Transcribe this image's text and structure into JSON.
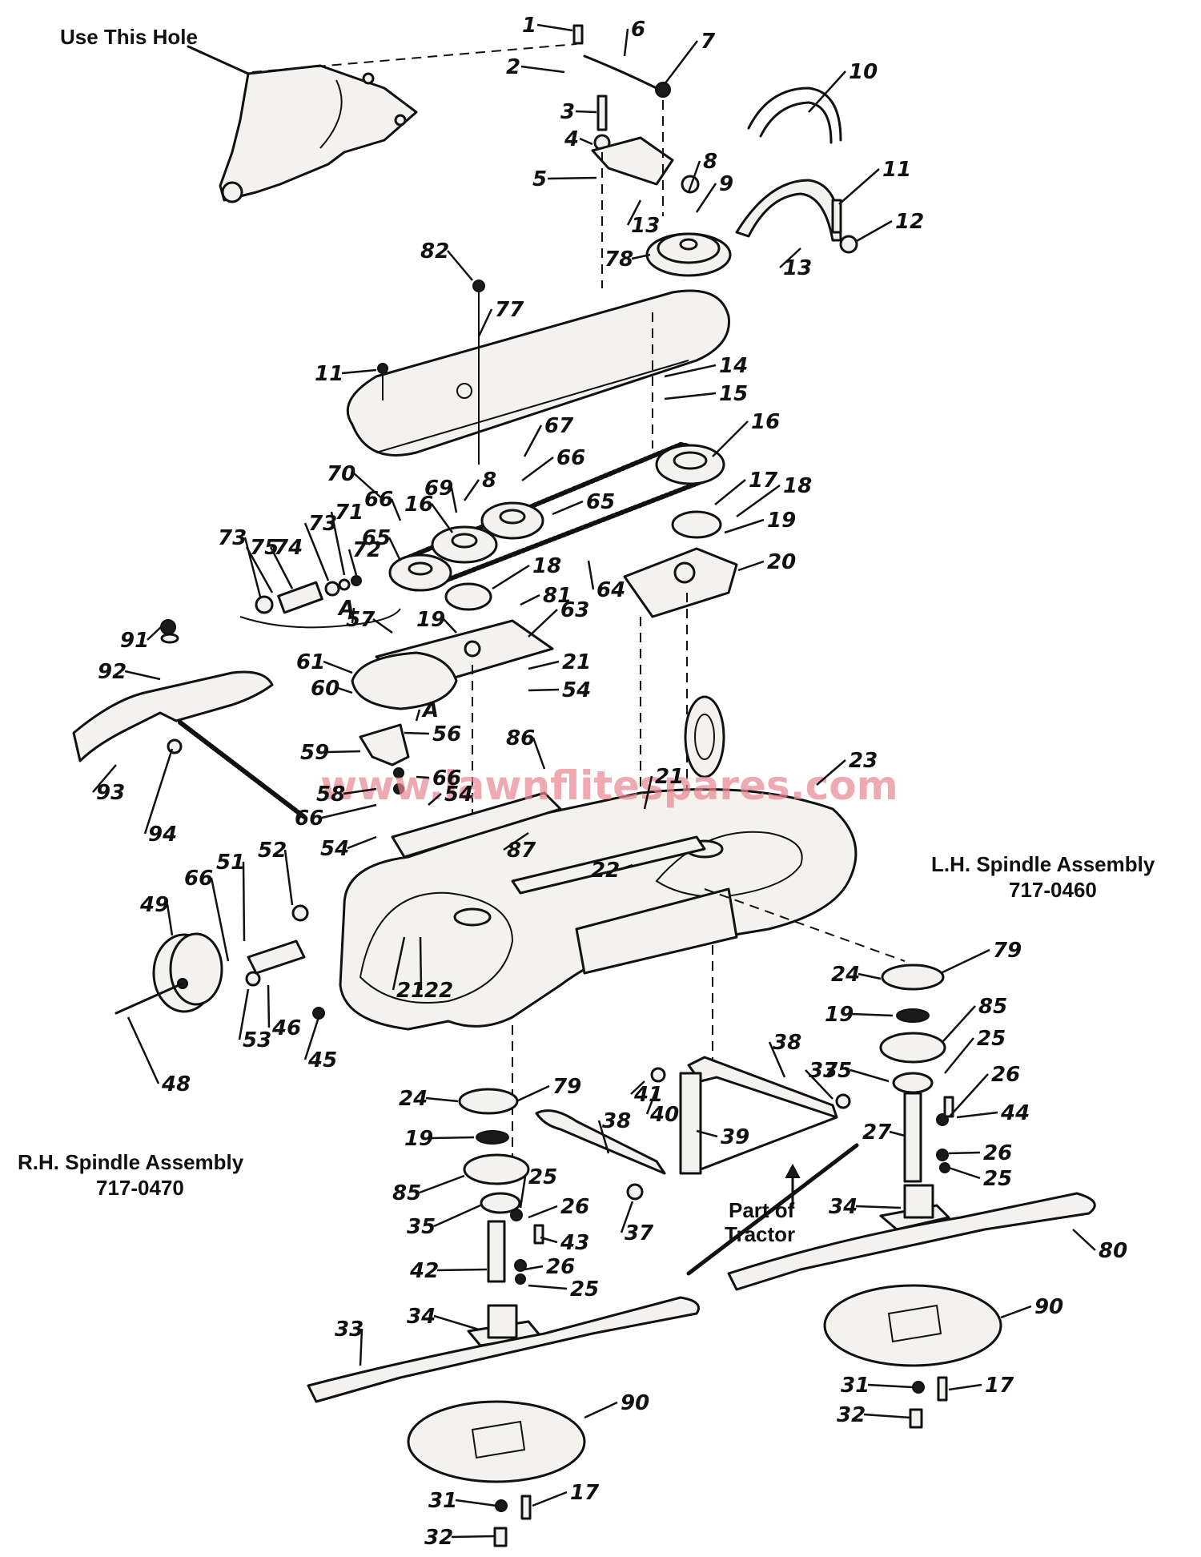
{
  "notes": {
    "use_hole": "Use This Hole",
    "lh_assembly_title": "L.H. Spindle Assembly",
    "lh_assembly_number": "717-0460",
    "rh_assembly_title": "R.H. Spindle Assembly",
    "rh_assembly_number": "717-0470",
    "part_of_tractor_1": "Part of",
    "part_of_tractor_2": "Tractor"
  },
  "watermark": "www.lawnflitesp​ares.com",
  "labels": [
    {
      "id": "1",
      "text": "1"
    },
    {
      "id": "2",
      "text": "2"
    },
    {
      "id": "3",
      "text": "3"
    },
    {
      "id": "4",
      "text": "4"
    },
    {
      "id": "5",
      "text": "5"
    },
    {
      "id": "6",
      "text": "6"
    },
    {
      "id": "7",
      "text": "7"
    },
    {
      "id": "8a",
      "text": "8"
    },
    {
      "id": "9",
      "text": "9"
    },
    {
      "id": "10",
      "text": "10"
    },
    {
      "id": "11a",
      "text": "11"
    },
    {
      "id": "12",
      "text": "12"
    },
    {
      "id": "13a",
      "text": "13"
    },
    {
      "id": "13b",
      "text": "13"
    },
    {
      "id": "78",
      "text": "78"
    },
    {
      "id": "82",
      "text": "82"
    },
    {
      "id": "77",
      "text": "77"
    },
    {
      "id": "11b",
      "text": "11"
    },
    {
      "id": "14",
      "text": "14"
    },
    {
      "id": "15",
      "text": "15"
    },
    {
      "id": "16a",
      "text": "16"
    },
    {
      "id": "67",
      "text": "67"
    },
    {
      "id": "66a",
      "text": "66"
    },
    {
      "id": "70",
      "text": "70"
    },
    {
      "id": "16b",
      "text": "16"
    },
    {
      "id": "69",
      "text": "69"
    },
    {
      "id": "8b",
      "text": "8"
    },
    {
      "id": "65a",
      "text": "65"
    },
    {
      "id": "66b",
      "text": "66"
    },
    {
      "id": "65b",
      "text": "65"
    },
    {
      "id": "17a",
      "text": "17"
    },
    {
      "id": "18a",
      "text": "18"
    },
    {
      "id": "19a",
      "text": "19"
    },
    {
      "id": "20",
      "text": "20"
    },
    {
      "id": "73a",
      "text": "73"
    },
    {
      "id": "75",
      "text": "75"
    },
    {
      "id": "74",
      "text": "74"
    },
    {
      "id": "73b",
      "text": "73"
    },
    {
      "id": "71",
      "text": "71"
    },
    {
      "id": "72",
      "text": "72"
    },
    {
      "id": "64",
      "text": "64"
    },
    {
      "id": "18b",
      "text": "18"
    },
    {
      "id": "81",
      "text": "81"
    },
    {
      "id": "57",
      "text": "57"
    },
    {
      "id": "63",
      "text": "63"
    },
    {
      "id": "19b",
      "text": "19"
    },
    {
      "id": "91",
      "text": "91"
    },
    {
      "id": "92",
      "text": "92"
    },
    {
      "id": "A1",
      "text": "A"
    },
    {
      "id": "61",
      "text": "61"
    },
    {
      "id": "60",
      "text": "60"
    },
    {
      "id": "21a",
      "text": "21"
    },
    {
      "id": "54a",
      "text": "54"
    },
    {
      "id": "A2",
      "text": "A"
    },
    {
      "id": "56",
      "text": "56"
    },
    {
      "id": "59",
      "text": "59"
    },
    {
      "id": "86",
      "text": "86"
    },
    {
      "id": "93",
      "text": "93"
    },
    {
      "id": "94",
      "text": "94"
    },
    {
      "id": "66c",
      "text": "66"
    },
    {
      "id": "58",
      "text": "58"
    },
    {
      "id": "66d",
      "text": "66"
    },
    {
      "id": "54b",
      "text": "54"
    },
    {
      "id": "54c",
      "text": "54"
    },
    {
      "id": "21b",
      "text": "21"
    },
    {
      "id": "23",
      "text": "23"
    },
    {
      "id": "87",
      "text": "87"
    },
    {
      "id": "22a",
      "text": "22"
    },
    {
      "id": "52",
      "text": "52"
    },
    {
      "id": "66e",
      "text": "66"
    },
    {
      "id": "51",
      "text": "51"
    },
    {
      "id": "49",
      "text": "49"
    },
    {
      "id": "21c",
      "text": "21"
    },
    {
      "id": "22b",
      "text": "22"
    },
    {
      "id": "53",
      "text": "53"
    },
    {
      "id": "46",
      "text": "46"
    },
    {
      "id": "45",
      "text": "45"
    },
    {
      "id": "48",
      "text": "48"
    },
    {
      "id": "79a",
      "text": "79"
    },
    {
      "id": "24a",
      "text": "24"
    },
    {
      "id": "19c",
      "text": "19"
    },
    {
      "id": "85a",
      "text": "85"
    },
    {
      "id": "25a",
      "text": "25"
    },
    {
      "id": "35a",
      "text": "35"
    },
    {
      "id": "26a",
      "text": "26"
    },
    {
      "id": "44",
      "text": "44"
    },
    {
      "id": "27",
      "text": "27"
    },
    {
      "id": "26b",
      "text": "26"
    },
    {
      "id": "25b",
      "text": "25"
    },
    {
      "id": "34a",
      "text": "34"
    },
    {
      "id": "80",
      "text": "80"
    },
    {
      "id": "90a",
      "text": "90"
    },
    {
      "id": "31a",
      "text": "31"
    },
    {
      "id": "17b",
      "text": "17"
    },
    {
      "id": "32a",
      "text": "32"
    },
    {
      "id": "38a",
      "text": "38"
    },
    {
      "id": "37a",
      "text": "37"
    },
    {
      "id": "41",
      "text": "41"
    },
    {
      "id": "40",
      "text": "40"
    },
    {
      "id": "39",
      "text": "39"
    },
    {
      "id": "38b",
      "text": "38"
    },
    {
      "id": "37b",
      "text": "37"
    },
    {
      "id": "24b",
      "text": "24"
    },
    {
      "id": "79b",
      "text": "79"
    },
    {
      "id": "19d",
      "text": "19"
    },
    {
      "id": "85b",
      "text": "85"
    },
    {
      "id": "25c",
      "text": "25"
    },
    {
      "id": "35b",
      "text": "35"
    },
    {
      "id": "26c",
      "text": "26"
    },
    {
      "id": "43",
      "text": "43"
    },
    {
      "id": "42",
      "text": "42"
    },
    {
      "id": "26d",
      "text": "26"
    },
    {
      "id": "25d",
      "text": "25"
    },
    {
      "id": "34b",
      "text": "34"
    },
    {
      "id": "33",
      "text": "33"
    },
    {
      "id": "90b",
      "text": "90"
    },
    {
      "id": "31b",
      "text": "31"
    },
    {
      "id": "17c",
      "text": "17"
    },
    {
      "id": "32b",
      "text": "32"
    }
  ]
}
